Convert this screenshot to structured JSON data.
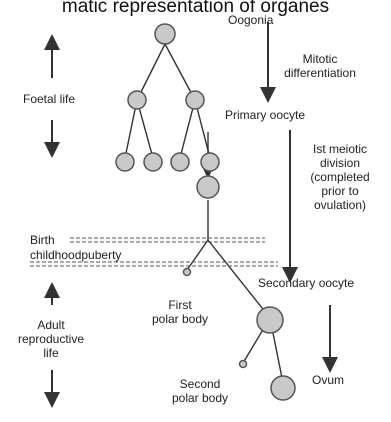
{
  "caption": "matic representation of organes",
  "labels": {
    "oogonia": "Oogonia",
    "mitotic_differentiation": [
      "Mitotic",
      "differentiation"
    ],
    "foetal_life": "Foetal life",
    "primary_oocyte": "Primary oocyte",
    "first_meiotic_division": [
      "Ist meiotic",
      "division",
      "(completed",
      "prior to",
      "ovulation)"
    ],
    "birth": "Birth",
    "childhood_puberty": "childhoodpuberty",
    "secondary_oocyte": "Secondary oocyte",
    "first_polar_body": [
      "First",
      "polar body"
    ],
    "adult_reproductive_life": [
      "Adult",
      "reproductive",
      "life"
    ],
    "second_polar_body": [
      "Second",
      "polar body"
    ],
    "ovum": "Ovum"
  },
  "colors": {
    "cell_fill": "#c9c9c9",
    "cell_stroke": "#555555",
    "line": "#333333"
  }
}
